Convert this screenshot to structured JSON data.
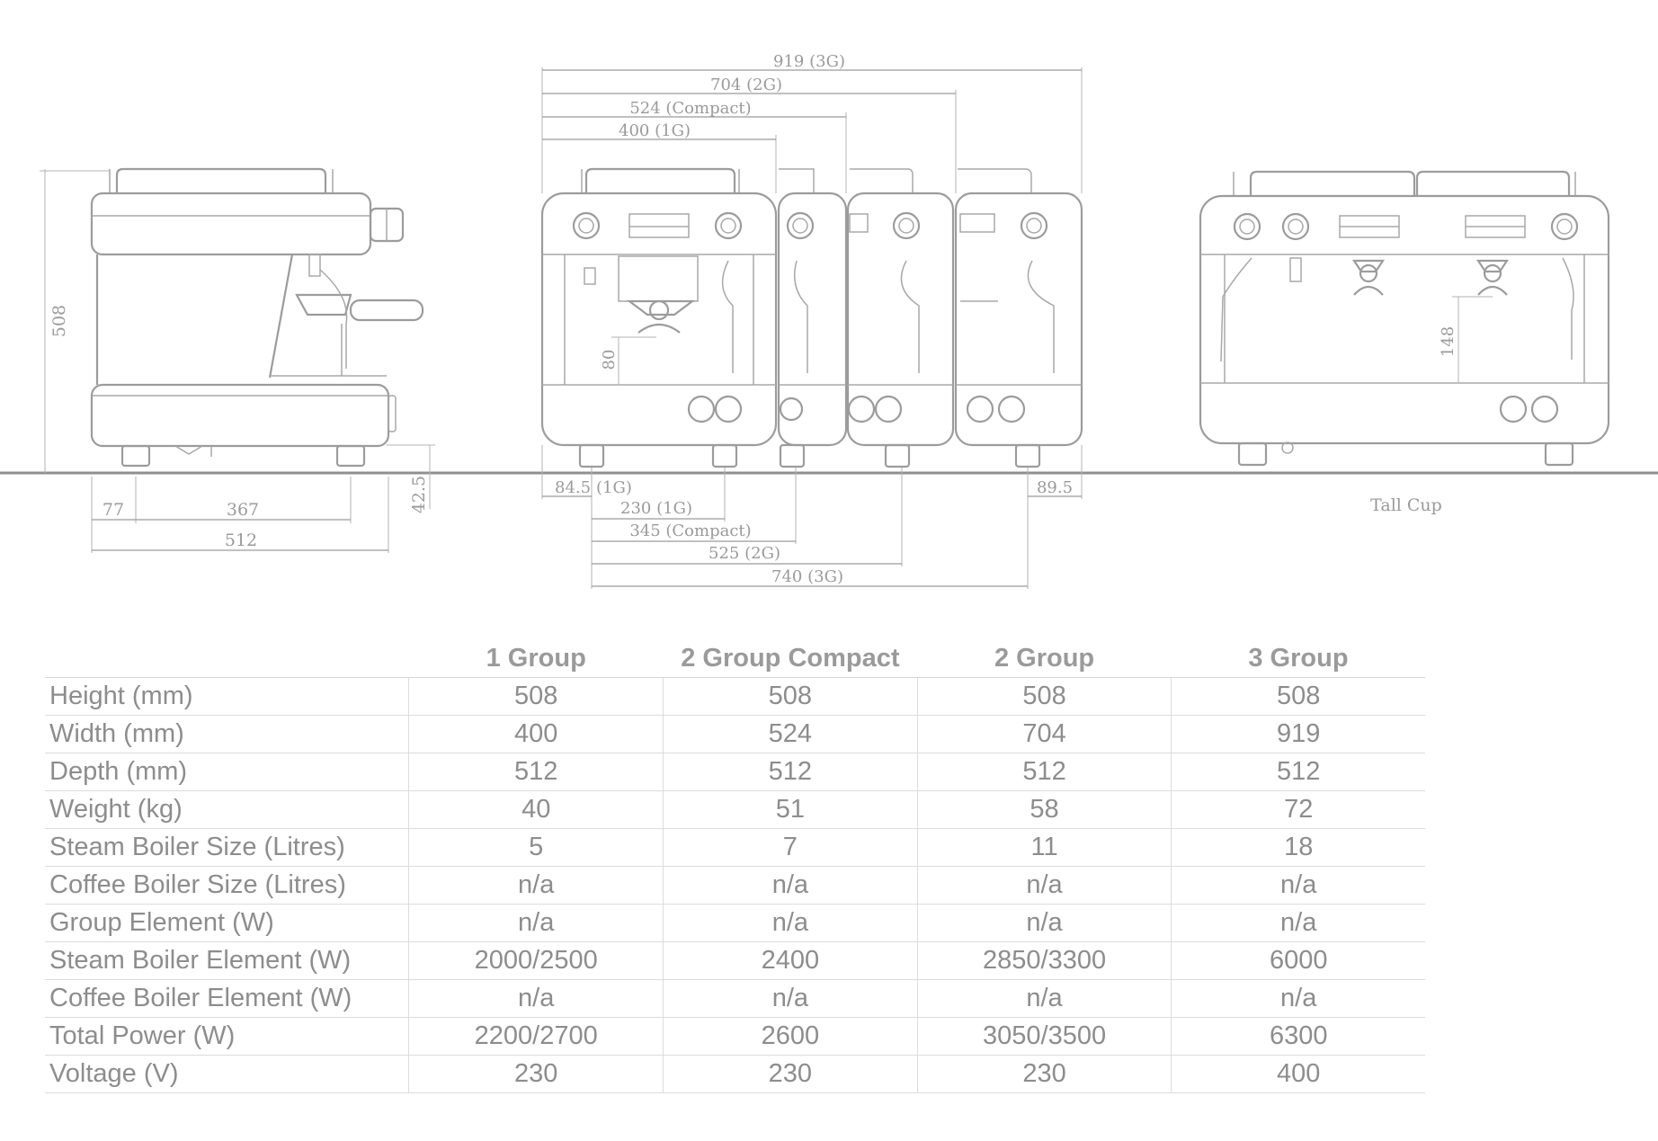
{
  "drawing": {
    "side_view": {
      "height": "508",
      "foot_height": "42.5",
      "depth_front": "77",
      "depth_mid": "367",
      "depth_total": "512"
    },
    "front_view": {
      "width_1g": "400 (1G)",
      "width_compact": "524 (Compact)",
      "width_2g": "704 (2G)",
      "width_3g": "919 (3G)",
      "cup_height": "80",
      "left_offset": "84.5",
      "left_offset_label": "(1G)",
      "right_offset": "89.5",
      "feet_1g": "230 (1G)",
      "feet_compact": "345 (Compact)",
      "feet_2g": "525 (2G)",
      "feet_3g": "740 (3G)"
    },
    "tall_cup_view": {
      "cup_height": "148",
      "caption": "Tall Cup"
    }
  },
  "table": {
    "columns": [
      "1 Group",
      "2 Group Compact",
      "2 Group",
      "3 Group"
    ],
    "rows": [
      {
        "label": "Height (mm)",
        "values": [
          "508",
          "508",
          "508",
          "508"
        ]
      },
      {
        "label": "Width (mm)",
        "values": [
          "400",
          "524",
          "704",
          "919"
        ]
      },
      {
        "label": "Depth (mm)",
        "values": [
          "512",
          "512",
          "512",
          "512"
        ]
      },
      {
        "label": "Weight (kg)",
        "values": [
          "40",
          "51",
          "58",
          "72"
        ]
      },
      {
        "label": "Steam Boiler Size (Litres)",
        "values": [
          "5",
          "7",
          "11",
          "18"
        ]
      },
      {
        "label": "Coffee Boiler Size (Litres)",
        "values": [
          "n/a",
          "n/a",
          "n/a",
          "n/a"
        ]
      },
      {
        "label": "Group Element (W)",
        "values": [
          "n/a",
          "n/a",
          "n/a",
          "n/a"
        ]
      },
      {
        "label": "Steam Boiler Element (W)",
        "values": [
          "2000/2500",
          "2400",
          "2850/3300",
          "6000"
        ]
      },
      {
        "label": "Coffee Boiler Element (W)",
        "values": [
          "n/a",
          "n/a",
          "n/a",
          "n/a"
        ]
      },
      {
        "label": "Total Power (W)",
        "values": [
          "2200/2700",
          "2600",
          "3050/3500",
          "6300"
        ]
      },
      {
        "label": "Voltage (V)",
        "values": [
          "230",
          "230",
          "230",
          "400"
        ]
      }
    ]
  }
}
